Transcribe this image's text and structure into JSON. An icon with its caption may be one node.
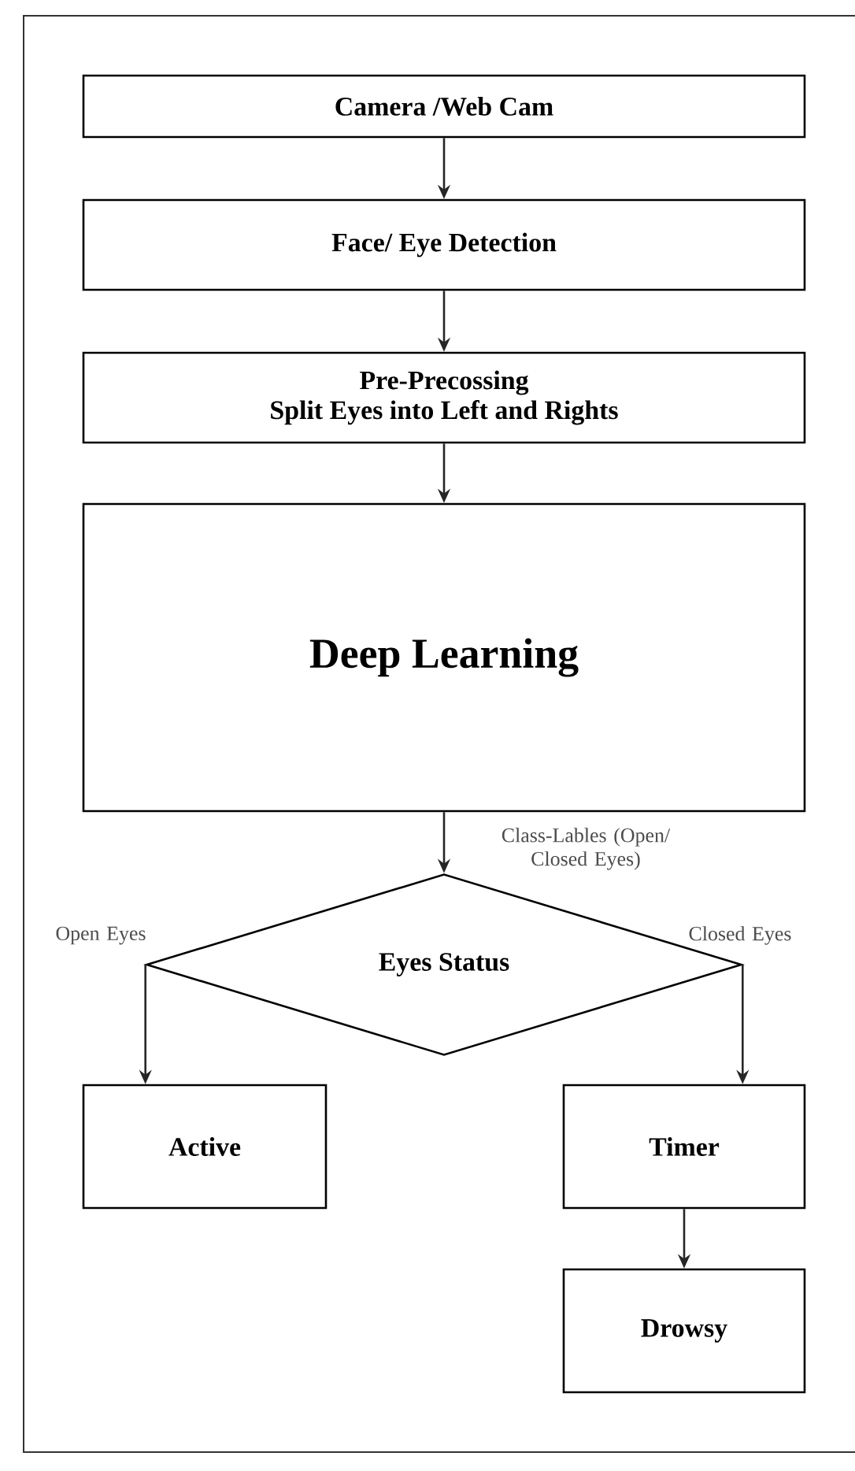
{
  "diagram": {
    "nodes": [
      {
        "text": [
          "Camera /Web Cam"
        ]
      },
      {
        "text": [
          "Face/ Eye Detection"
        ]
      },
      {
        "text": [
          "Pre-Precossing",
          "Split Eyes into Left and Rights"
        ]
      },
      {
        "text": [
          "Deep Learning"
        ]
      },
      {
        "text": [
          "Eyes Status"
        ]
      },
      {
        "text": [
          "Active"
        ]
      },
      {
        "text": [
          "Timer"
        ]
      },
      {
        "text": [
          "Drowsy"
        ]
      }
    ],
    "edges": [
      {
        "from": 0,
        "to": 1,
        "arrow": "to"
      },
      {
        "from": 1,
        "to": 2,
        "arrow": "to"
      },
      {
        "from": 2,
        "to": 3,
        "arrow": "to"
      },
      {
        "from": 3,
        "to": 4,
        "arrow": "to",
        "label": "Class-Lables (Open/ Closed Eyes)"
      },
      {
        "from": 4,
        "to": 5,
        "arrow": "to",
        "label": "Open Eyes"
      },
      {
        "from": 4,
        "to": 6,
        "arrow": "to",
        "label": "Closed Eyes"
      },
      {
        "from": 6,
        "to": 7,
        "arrow": "to"
      }
    ]
  }
}
